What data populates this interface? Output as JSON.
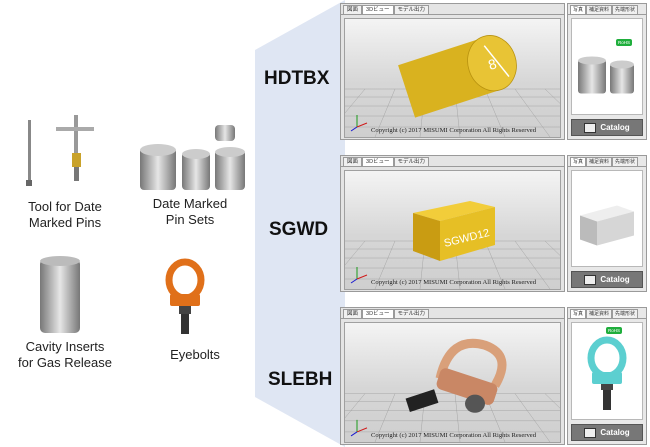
{
  "products": [
    {
      "label": "Tool for Date\nMarked Pins"
    },
    {
      "label": "Date Marked\nPin Sets"
    },
    {
      "label": "Cavity Inserts\nfor Gas Release"
    },
    {
      "label": "Eyebolts"
    }
  ],
  "codes": [
    "HDTBX",
    "SGWD",
    "SLEBH"
  ],
  "viewer_tabs": [
    "図面",
    "3Dビュー",
    "モデル出力"
  ],
  "side_tabs": [
    "写真",
    "補足資料",
    "先端形状"
  ],
  "copyright": "Copyright (c) 2017 MISUMI Corporation All Rights Reserved",
  "catalog_label": "Catalog",
  "rohs_badge": "RoHS",
  "engravings": {
    "hdtbx": "8",
    "sgwd": "SGWD12"
  },
  "colors": {
    "gold": "#d9b21f",
    "orange": "#e0701a",
    "teal": "#5ccfd0",
    "catalog_bg": "#777777",
    "rohs": "#1fae3c"
  }
}
